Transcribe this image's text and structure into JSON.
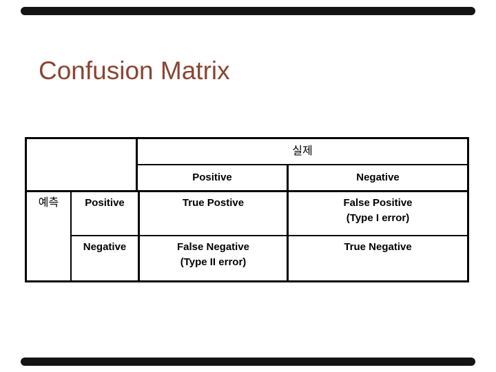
{
  "slide": {
    "title": "Confusion Matrix",
    "title_color": "#8A4433",
    "bar_color": "#141414"
  },
  "table": {
    "actual_axis_label": "실제",
    "predicted_axis_label": "예측",
    "column_headers": [
      "Positive",
      "Negative"
    ],
    "row_headers": [
      "Positive",
      "Negative"
    ],
    "cells": {
      "true_positive": "True Postive",
      "false_positive_line1": "False Positive",
      "false_positive_line2": "(Type I error)",
      "false_negative_line1": "False Negative",
      "false_negative_line2": "(Type II error)",
      "true_negative": "True Negative"
    }
  }
}
